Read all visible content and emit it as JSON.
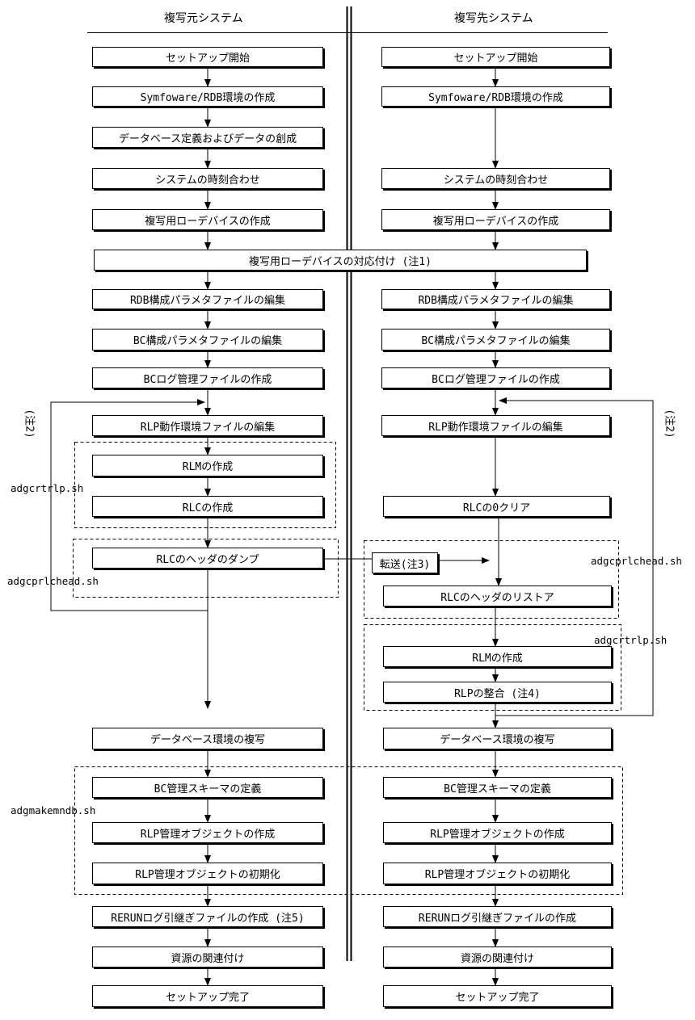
{
  "headers": {
    "source": "複写元システム",
    "dest": "複写先システム"
  },
  "source_steps": {
    "setup_start": "セットアップ開始",
    "symfoware_env": "Symfoware/RDB環境の作成",
    "db_define": "データベース定義およびデータの創成",
    "time_sync": "システムの時刻合わせ",
    "raw_device": "複写用ローデバイスの作成",
    "rdb_param": "RDB構成パラメタファイルの編集",
    "bc_param": "BC構成パラメタファイルの編集",
    "bc_log": "BCログ管理ファイルの作成",
    "rlp_env": "RLP動作環境ファイルの編集",
    "rlm_create": "RLMの作成",
    "rlc_create": "RLCの作成",
    "rlc_dump": "RLCのヘッダのダンプ",
    "db_copy": "データベース環境の複写",
    "bc_schema": "BC管理スキーマの定義",
    "rlp_obj_create": "RLP管理オブジェクトの作成",
    "rlp_obj_init": "RLP管理オブジェクトの初期化",
    "rerun_log": "RERUNログ引継ぎファイルの作成 (注5)",
    "resource_link": "資源の関連付け",
    "setup_done": "セットアップ完了"
  },
  "dest_steps": {
    "setup_start": "セットアップ開始",
    "symfoware_env": "Symfoware/RDB環境の作成",
    "time_sync": "システムの時刻合わせ",
    "raw_device": "複写用ローデバイスの作成",
    "rdb_param": "RDB構成パラメタファイルの編集",
    "bc_param": "BC構成パラメタファイルの編集",
    "bc_log": "BCログ管理ファイルの作成",
    "rlp_env": "RLP動作環境ファイルの編集",
    "rlc_clear": "RLCの0クリア",
    "rlc_restore": "RLCのヘッダのリストア",
    "rlm_create": "RLMの作成",
    "rlp_match": "RLPの整合 (注4)",
    "db_copy": "データベース環境の複写",
    "bc_schema": "BC管理スキーマの定義",
    "rlp_obj_create": "RLP管理オブジェクトの作成",
    "rlp_obj_init": "RLP管理オブジェクトの初期化",
    "rerun_log": "RERUNログ引継ぎファイルの作成",
    "resource_link": "資源の関連付け",
    "setup_done": "セットアップ完了"
  },
  "shared": {
    "raw_device_map": "複写用ローデバイスの対応付け (注1)",
    "transfer": "転送(注3)"
  },
  "scripts": {
    "adgcrtrlp_left": "adgcrtrlp.sh",
    "adgcprlchead_left": "adgcprlchead.sh",
    "adgcprlchead_right": "adgcprlchead.sh",
    "adgcrtrlp_right": "adgcrtrlp.sh",
    "adgmakemndb": "adgmakemndb.sh"
  },
  "notes": {
    "left": "(注2)",
    "right": "(注2)"
  }
}
